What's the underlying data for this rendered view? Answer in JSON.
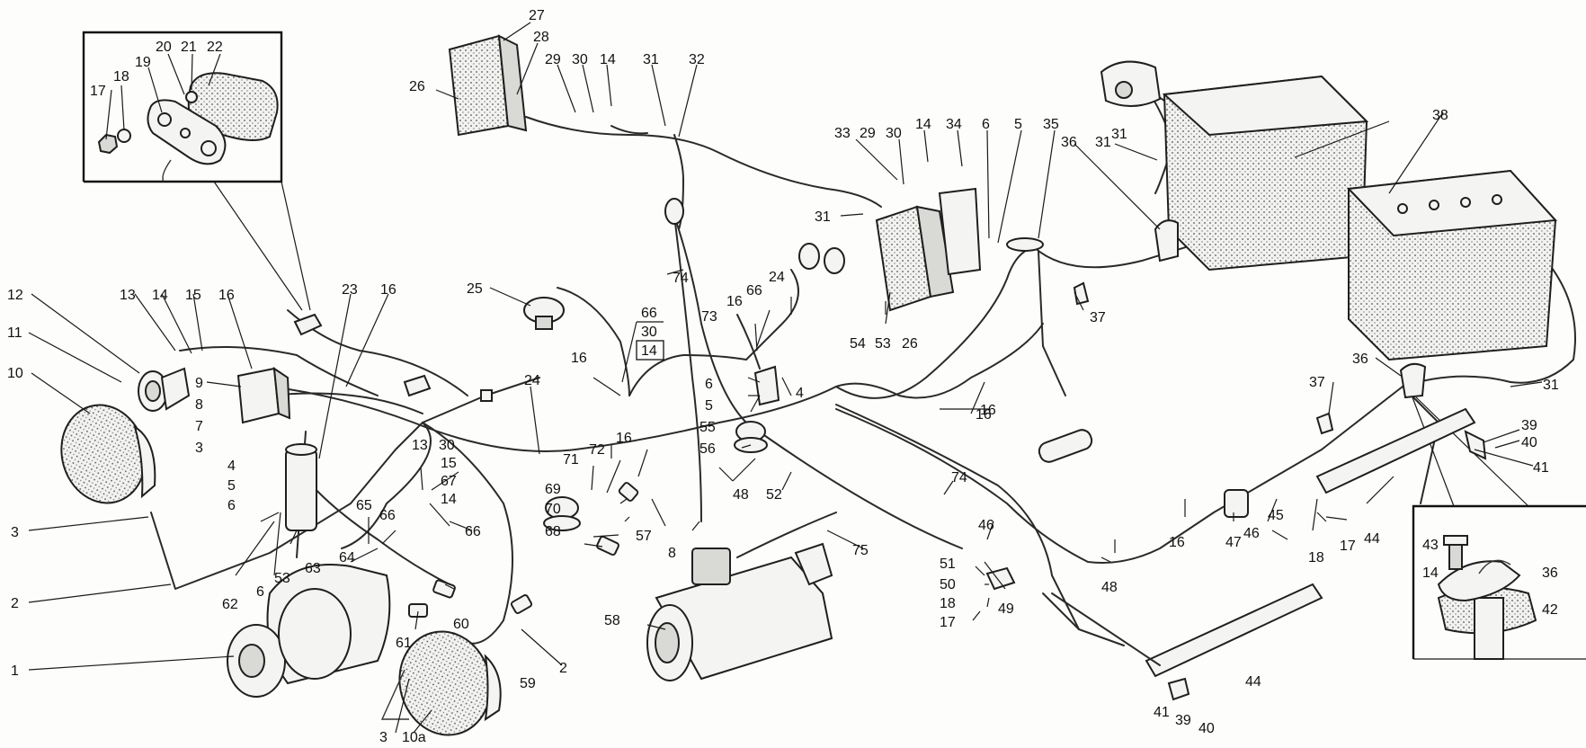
{
  "diagram": {
    "callouts": {
      "c1": "1",
      "c2a": "2",
      "c2b": "2",
      "c3a": "3",
      "c3b": "3",
      "c3c": "3",
      "c4": "4",
      "c4b": "4",
      "c5": "5",
      "c5b": "5",
      "c5c": "5",
      "c6a": "6",
      "c6b": "6",
      "c6c": "6",
      "c6d": "6",
      "c7": "7",
      "c8a": "8",
      "c8b": "8",
      "c9": "9",
      "c10": "10",
      "c10a": "10а",
      "c11": "11",
      "c12": "12",
      "c13a": "13",
      "c13b": "13",
      "c14a": "14",
      "c14b": "14",
      "c14c": "14",
      "c14d": "14",
      "c14e": "14",
      "c14f": "14",
      "c15a": "15",
      "c15b": "15",
      "c16a": "16",
      "c16b": "16",
      "c16c": "16",
      "c16d": "16",
      "c16e": "16",
      "c16f": "16",
      "c16g": "16",
      "c16h": "16",
      "c17a": "17",
      "c17b": "17",
      "c17c": "17",
      "c18a": "18",
      "c18b": "18",
      "c18c": "18",
      "c19": "19",
      "c20": "20",
      "c21": "21",
      "c22": "22",
      "c23": "23",
      "c24a": "24",
      "c24b": "24",
      "c25": "25",
      "c26a": "26",
      "c26b": "26",
      "c27": "27",
      "c28": "28",
      "c29a": "29",
      "c29b": "29",
      "c30a": "30",
      "c30b": "30",
      "c30c": "30",
      "c31a": "31",
      "c31b": "31",
      "c31c": "31",
      "c31d": "31",
      "c32": "32",
      "c33": "33",
      "c34": "34",
      "c35": "35",
      "c36a": "36",
      "c36b": "36",
      "c36c": "36",
      "c37a": "37",
      "c37b": "37",
      "c38": "38",
      "c39a": "39",
      "c39b": "39",
      "c40a": "40",
      "c40b": "40",
      "c41a": "41",
      "c41b": "41",
      "c42": "42",
      "c43": "43",
      "c44a": "44",
      "c44b": "44",
      "c45": "45",
      "c46a": "46",
      "c46b": "46",
      "c47": "47",
      "c48a": "48",
      "c48b": "48",
      "c49": "49",
      "c50": "50",
      "c51": "51",
      "c52": "52",
      "c53a": "53",
      "c53b": "53",
      "c54": "54",
      "c55": "55",
      "c56": "56",
      "c57": "57",
      "c58": "58",
      "c59": "59",
      "c60": "60",
      "c61": "61",
      "c62": "62",
      "c63": "63",
      "c64": "64",
      "c65": "65",
      "c66a": "66",
      "c66b": "66",
      "c66c": "66",
      "c66d": "66",
      "c67": "67",
      "c68": "68",
      "c69": "69",
      "c70": "70",
      "c71": "71",
      "c72": "72",
      "c73": "73",
      "c74a": "74",
      "c74b": "74",
      "c75": "75"
    },
    "boxed_group": [
      "66",
      "30",
      "14"
    ]
  },
  "colors": {
    "ink": "#1f1f1f",
    "paper": "#fdfdfc",
    "shade": "#d9d9d6"
  }
}
